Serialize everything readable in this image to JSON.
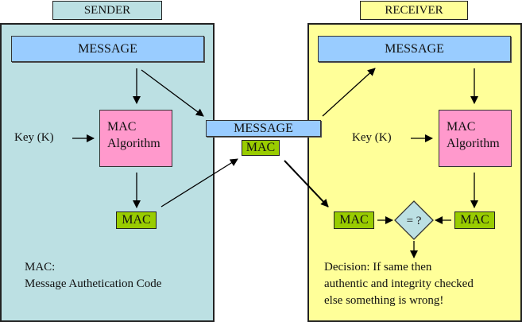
{
  "sender": {
    "title": "SENDER",
    "message": "MESSAGE",
    "key_label": "Key (K)",
    "algorithm_line1": "MAC",
    "algorithm_line2": "Algorithm",
    "mac": "MAC",
    "note_line1": "MAC:",
    "note_line2": "Message Authetication Code"
  },
  "transit": {
    "message": "MESSAGE",
    "mac": "MAC"
  },
  "receiver": {
    "title": "RECEIVER",
    "message": "MESSAGE",
    "key_label": "Key (K)",
    "algorithm_line1": "MAC",
    "algorithm_line2": "Algorithm",
    "mac_received": "MAC",
    "mac_computed": "MAC",
    "compare": "= ?",
    "decision_line1": "Decision: If same then",
    "decision_line2": "authentic and integrity checked",
    "decision_line3": "else something is wrong!"
  },
  "colors": {
    "sender_panel": "#bce0e3",
    "receiver_panel": "#ffff99",
    "message_box": "#99ccff",
    "algorithm_box": "#ff99cc",
    "mac_box": "#99cc00",
    "compare_diamond": "#bce0e3"
  }
}
